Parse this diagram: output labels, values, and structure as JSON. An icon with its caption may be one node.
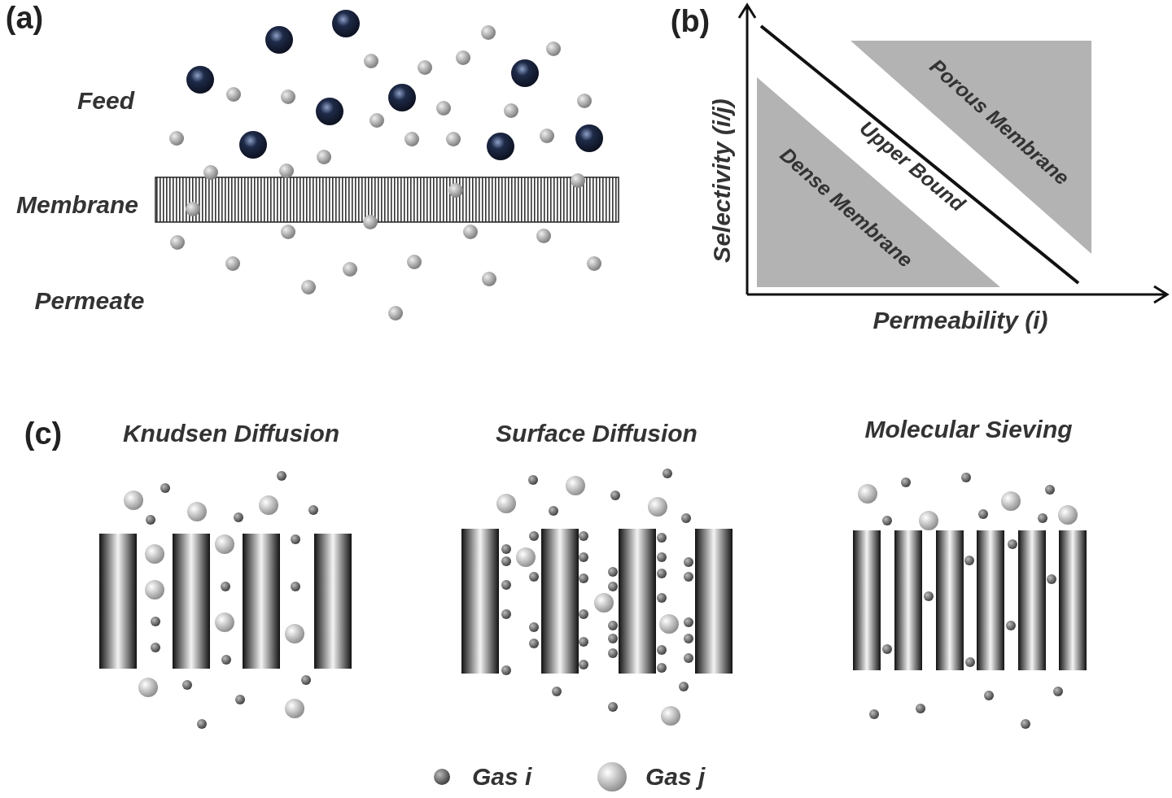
{
  "diagram": {
    "nodes": [
      {
        "text": [
          "Porous Membrane"
        ]
      },
      {
        "text": [
          "Dense Membrane"
        ]
      }
    ],
    "edges": [],
    "labels": [
      "(a)",
      "Feed",
      "Membrane",
      "Permeate",
      "(b)",
      "Upper Bound",
      "Selectivity (i/j)",
      "Permeability (i)",
      "(c)",
      "Knudsen Diffusion",
      "Surface Diffusion",
      "Molecular Sieving"
    ],
    "legend": [
      {
        "text": "Gas i"
      },
      {
        "text": "Gas j"
      }
    ]
  }
}
